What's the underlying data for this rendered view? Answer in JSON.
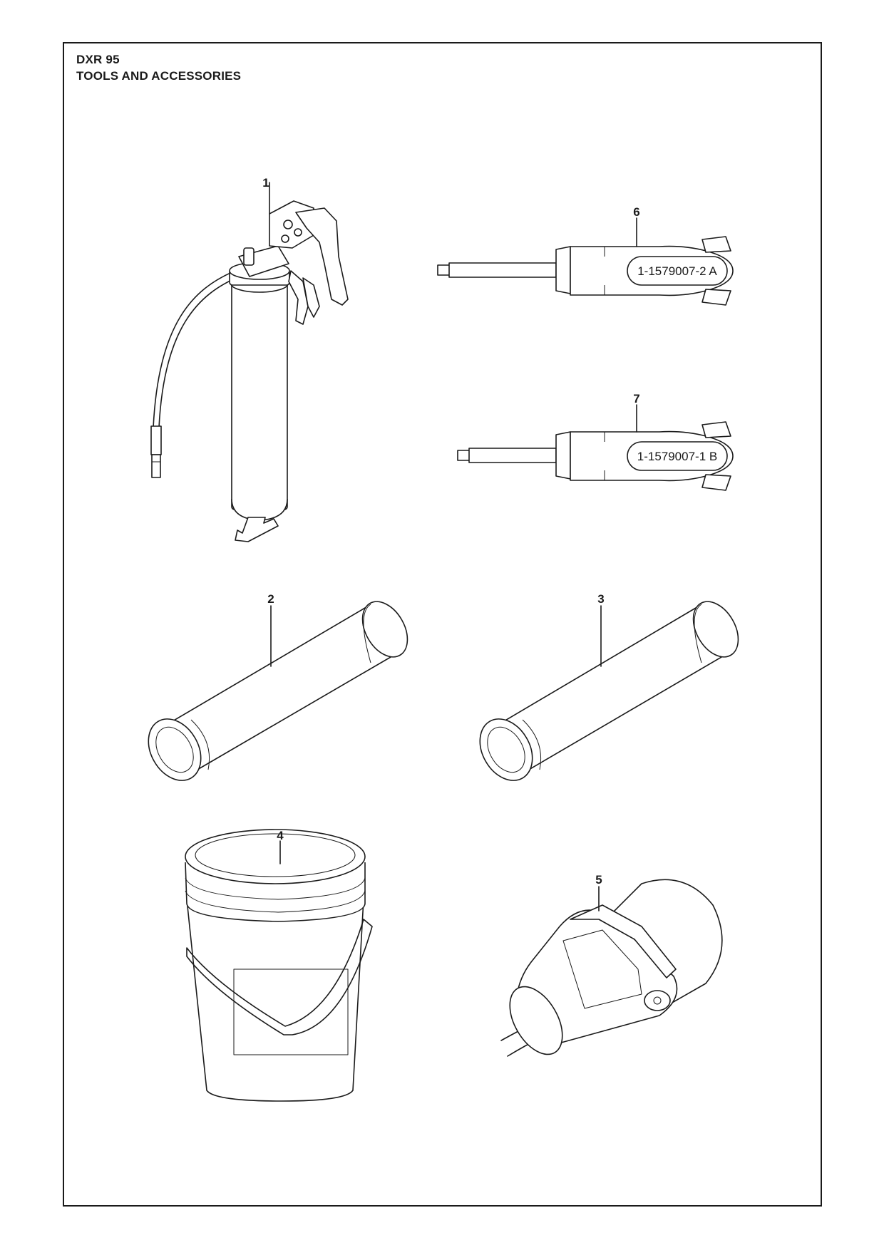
{
  "header": {
    "model": "DXR 95",
    "section_title": "TOOLS AND ACCESSORIES"
  },
  "parts": [
    {
      "callout": "1",
      "icon": "grease-gun-icon"
    },
    {
      "callout": "2",
      "icon": "grease-cartridge-icon"
    },
    {
      "callout": "3",
      "icon": "grease-cartridge-icon"
    },
    {
      "callout": "4",
      "icon": "grease-bucket-icon"
    },
    {
      "callout": "5",
      "icon": "motor-unit-icon"
    },
    {
      "callout": "6",
      "icon": "key-tool-icon",
      "engraving": "1-1579007-2 A"
    },
    {
      "callout": "7",
      "icon": "key-tool-icon",
      "engraving": "1-1579007-1 B"
    }
  ]
}
